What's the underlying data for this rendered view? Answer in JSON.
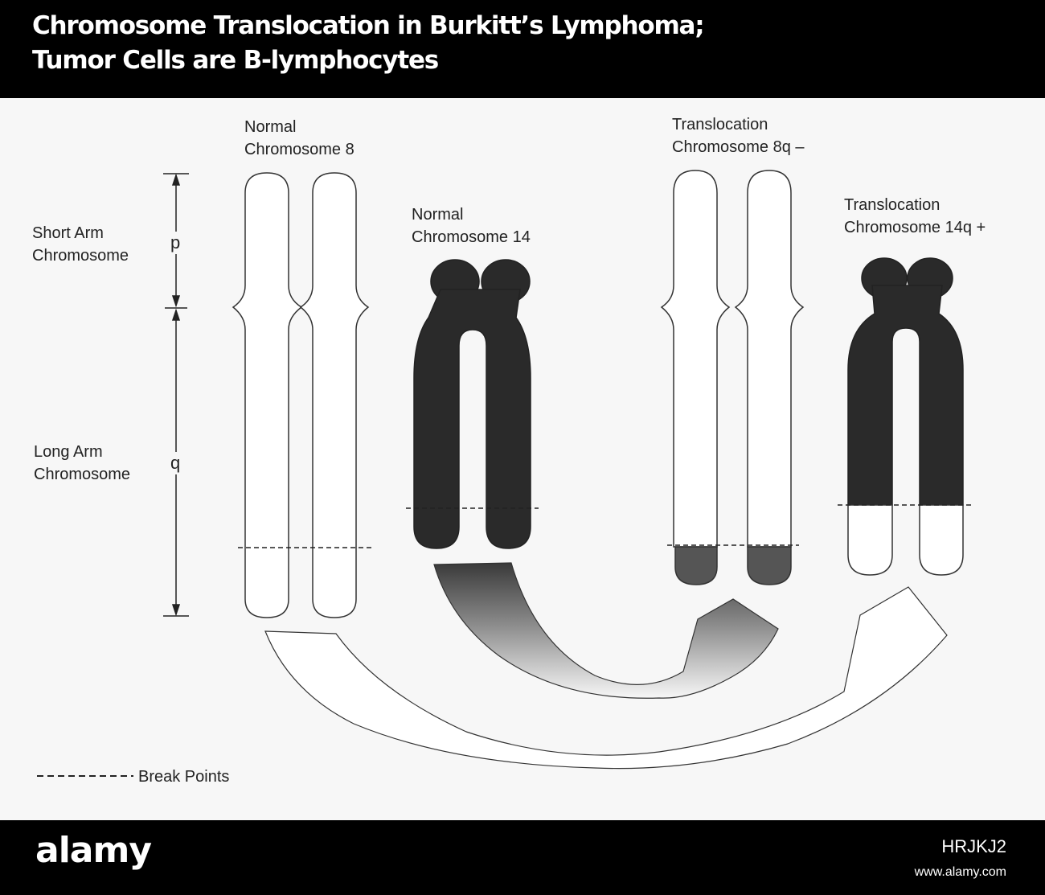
{
  "title": {
    "line1": "Chromosome Translocation in Burkitt’s Lymphoma;",
    "line2": "Tumor Cells are B-lymphocytes"
  },
  "labels": {
    "normal_chr8": [
      "Normal",
      "Chromosome 8"
    ],
    "normal_chr14": [
      "Normal",
      "Chromosome 14"
    ],
    "trans_8q": [
      "Translocation",
      "Chromosome 8q –"
    ],
    "trans_14q": [
      "Translocation",
      "Chromosome 14q +"
    ],
    "short_arm": [
      "Short Arm",
      "Chromosome"
    ],
    "long_arm": [
      "Long Arm",
      "Chromosome"
    ],
    "p": "p",
    "q": "q"
  },
  "legend": {
    "dashes": "-------",
    "label": "Break Points"
  },
  "footer": {
    "brand": "alamy",
    "image_id": "HRJKJ2",
    "site": "www.alamy.com"
  },
  "colors": {
    "background": "#f7f7f7",
    "dark_chromosome": "#2a2a2a",
    "band_banner": "#000000",
    "outline": "#333333"
  }
}
